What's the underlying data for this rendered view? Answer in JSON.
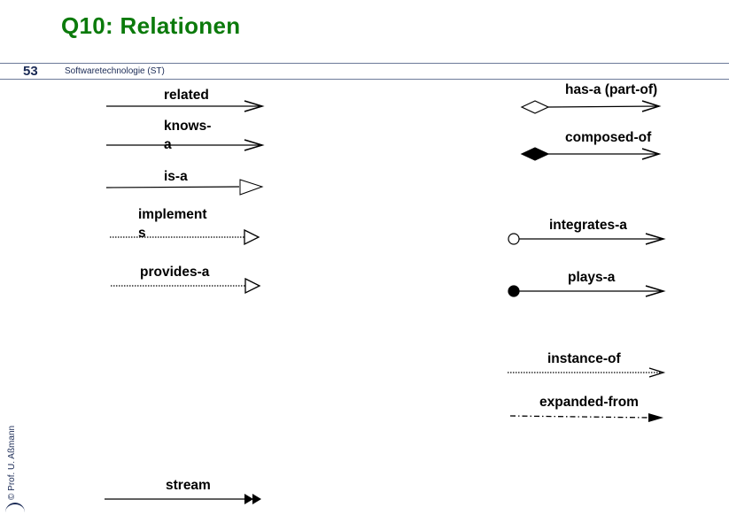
{
  "slide": {
    "title": "Q10: Relationen",
    "page_number": "53",
    "course": "Softwaretechnologie (ST)",
    "copyright": "© Prof. U. Aßmann"
  },
  "relations": {
    "related": "related",
    "knows_a": "knows-a",
    "is_a": "is-a",
    "implements": "implements",
    "provides_a": "provides-a",
    "stream": "stream",
    "has_a": "has-a (part-of)",
    "composed_of": "composed-of",
    "integrates_a": "integrates-a",
    "plays_a": "plays-a",
    "instance_of": "instance-of",
    "expanded_from": "expanded-from"
  },
  "colors": {
    "title": "#0b7a0b",
    "header_text": "#1a2a55",
    "header_rule": "#6c7a99",
    "stroke": "#000000"
  }
}
